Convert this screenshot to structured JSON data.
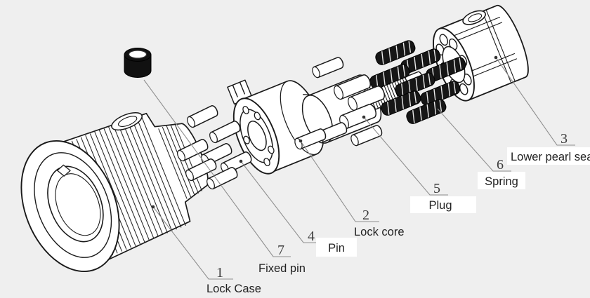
{
  "diagram_type": "exploded-view-lock-cylinder",
  "colors": {
    "background": "#efefef",
    "ink": "#1a1a1a",
    "leader_line": "#8f8f8f",
    "label_text": "#222222",
    "number_text": "#3c3c3c",
    "spring_fill": "#161616",
    "part_fill": "#ffffff"
  },
  "parts": [
    {
      "num": "1",
      "label": "Lock Case"
    },
    {
      "num": "2",
      "label": "Lock core"
    },
    {
      "num": "3",
      "label": "Lower pearl seat"
    },
    {
      "num": "4",
      "label": "Pin"
    },
    {
      "num": "5",
      "label": "Plug"
    },
    {
      "num": "6",
      "label": "Spring"
    },
    {
      "num": "7",
      "label": "Fixed pin"
    }
  ]
}
